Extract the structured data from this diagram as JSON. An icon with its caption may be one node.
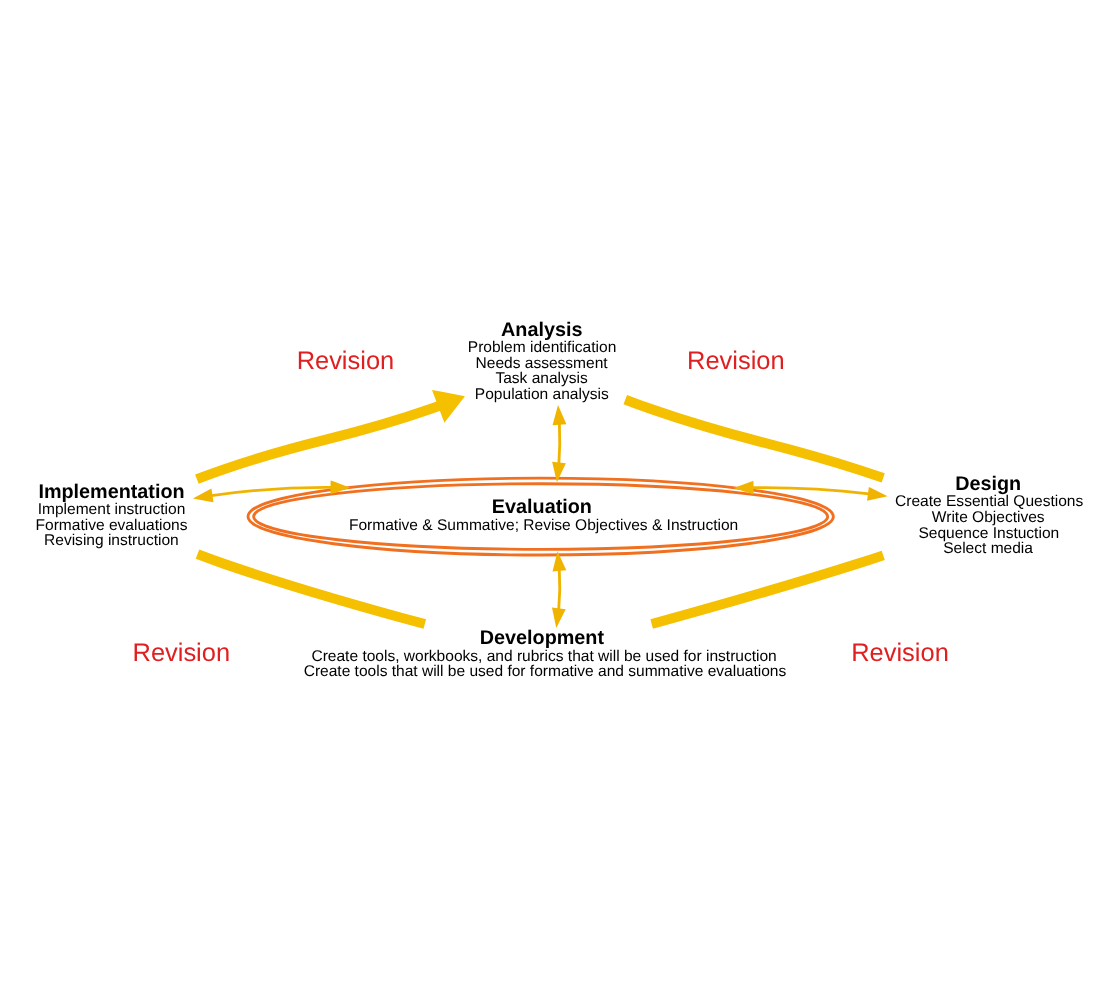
{
  "diagram": {
    "nodes": [
      {
        "text": [
          "Analysis",
          "Problem identification",
          "Needs assessment",
          "Task analysis",
          "Population analysis"
        ]
      },
      {
        "text": [
          "Design",
          "Create Essential Questions",
          "Write Objectives",
          "Sequence Instuction",
          "Select media"
        ]
      },
      {
        "text": [
          "Development",
          "Create tools, workbooks, and rubrics that will be used for instruction",
          "Create tools that will be used for formative and summative evaluations"
        ]
      },
      {
        "text": [
          "Implementation",
          "Implement instruction",
          "Formative evaluations",
          "Revising instruction"
        ]
      },
      {
        "text": [
          "Evaluation",
          "Formative & Summative; Revise Objectives & Instruction"
        ]
      }
    ],
    "edges": [
      {
        "from": 0,
        "to": 1,
        "arrow": "none",
        "style": "thick",
        "color": "#f5c000"
      },
      {
        "from": 1,
        "to": 2,
        "arrow": "none",
        "style": "thick",
        "color": "#f5c000"
      },
      {
        "from": 2,
        "to": 3,
        "arrow": "none",
        "style": "thick",
        "color": "#f5c000"
      },
      {
        "from": 3,
        "to": 0,
        "arrow": "to",
        "style": "thick",
        "color": "#f5c000"
      },
      {
        "from": 4,
        "to": 0,
        "arrow": "both"
      },
      {
        "from": 4,
        "to": 1,
        "arrow": "both"
      },
      {
        "from": 4,
        "to": 2,
        "arrow": "both"
      },
      {
        "from": 4,
        "to": 3,
        "arrow": "both"
      }
    ],
    "labels": [
      "Revision",
      "Revision",
      "Revision",
      "Revision"
    ]
  }
}
